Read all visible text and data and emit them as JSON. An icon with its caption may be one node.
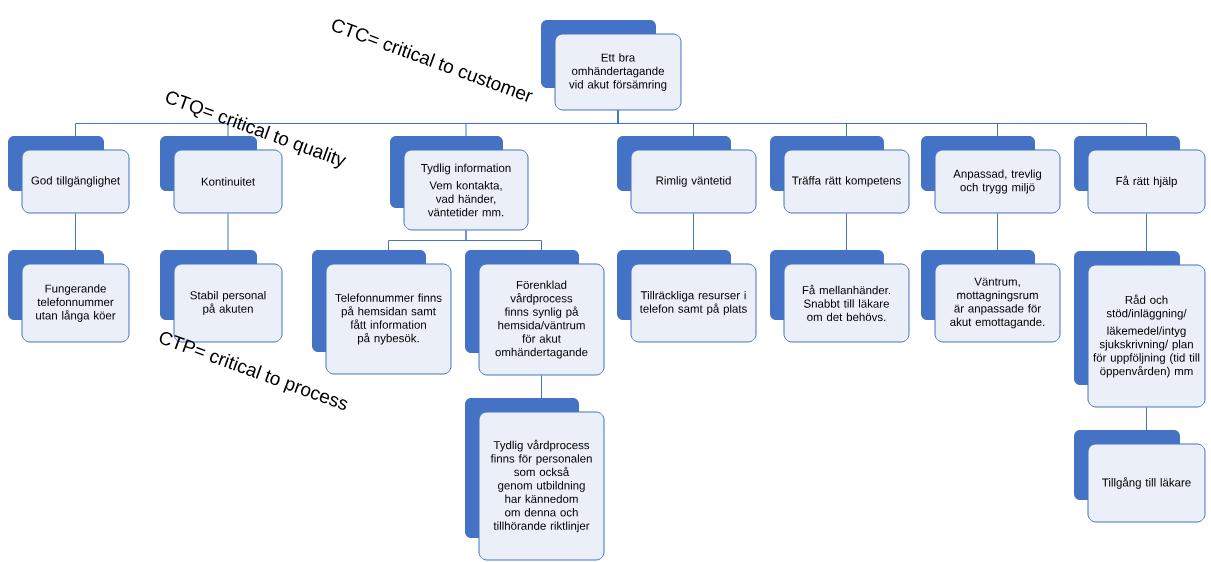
{
  "diagram": {
    "nodes": [
      {
        "text": [
          "Ett bra omhändertagande vid akut försämring"
        ]
      },
      {
        "text": [
          "God tillgänglighet"
        ]
      },
      {
        "text": [
          "Kontinuitet"
        ]
      },
      {
        "text": [
          "Tydlig information",
          "Vem kontakta, vad händer, väntetider mm."
        ]
      },
      {
        "text": [
          "Rimlig väntetid"
        ]
      },
      {
        "text": [
          "Träffa rätt kompetens"
        ]
      },
      {
        "text": [
          "Anpassad, trevlig och trygg miljö"
        ]
      },
      {
        "text": [
          "Få rätt hjälp"
        ]
      },
      {
        "text": [
          "Fungerande telefonnummer utan långa köer"
        ]
      },
      {
        "text": [
          "Stabil personal på akuten"
        ]
      },
      {
        "text": [
          "Telefonnummer finns på hemsidan samt fått information på nybesök."
        ]
      },
      {
        "text": [
          "Förenklad vårdprocess finns synlig på hemsida/väntrum för akut omhändertagande"
        ]
      },
      {
        "text": [
          "Tydlig vårdprocess finns för personalen som också genom utbildning har kännedom om denna och tillhörande riktlinjer"
        ]
      },
      {
        "text": [
          "Tillräckliga resurser i telefon samt på plats"
        ]
      },
      {
        "text": [
          "Få mellanhänder. Snabbt till läkare om det behövs."
        ]
      },
      {
        "text": [
          "Väntrum, mottagningsrum är anpassade för akut emottagande."
        ]
      },
      {
        "text": [
          "Råd och stöd/inläggning/",
          "läkemedel/intyg sjukskrivning/ plan för uppföljning (tid till öppenvården) mm"
        ]
      },
      {
        "text": [
          "Tillgång  till läkare"
        ]
      }
    ],
    "edges": [
      {
        "from": 0,
        "to": 1,
        "arrow": "none"
      },
      {
        "from": 0,
        "to": 2,
        "arrow": "none"
      },
      {
        "from": 0,
        "to": 3,
        "arrow": "none"
      },
      {
        "from": 0,
        "to": 4,
        "arrow": "none"
      },
      {
        "from": 0,
        "to": 5,
        "arrow": "none"
      },
      {
        "from": 0,
        "to": 6,
        "arrow": "none"
      },
      {
        "from": 0,
        "to": 7,
        "arrow": "none"
      },
      {
        "from": 1,
        "to": 8,
        "arrow": "none"
      },
      {
        "from": 2,
        "to": 9,
        "arrow": "none"
      },
      {
        "from": 3,
        "to": 10,
        "arrow": "none"
      },
      {
        "from": 3,
        "to": 11,
        "arrow": "none"
      },
      {
        "from": 11,
        "to": 12,
        "arrow": "none"
      },
      {
        "from": 4,
        "to": 13,
        "arrow": "none"
      },
      {
        "from": 5,
        "to": 14,
        "arrow": "none"
      },
      {
        "from": 6,
        "to": 15,
        "arrow": "none"
      },
      {
        "from": 7,
        "to": 16,
        "arrow": "none"
      },
      {
        "from": 16,
        "to": 17,
        "arrow": "none"
      }
    ],
    "labels": [
      "CTC= critical to customer",
      "CTQ= critical to quality",
      "CTP= critical to process"
    ]
  }
}
